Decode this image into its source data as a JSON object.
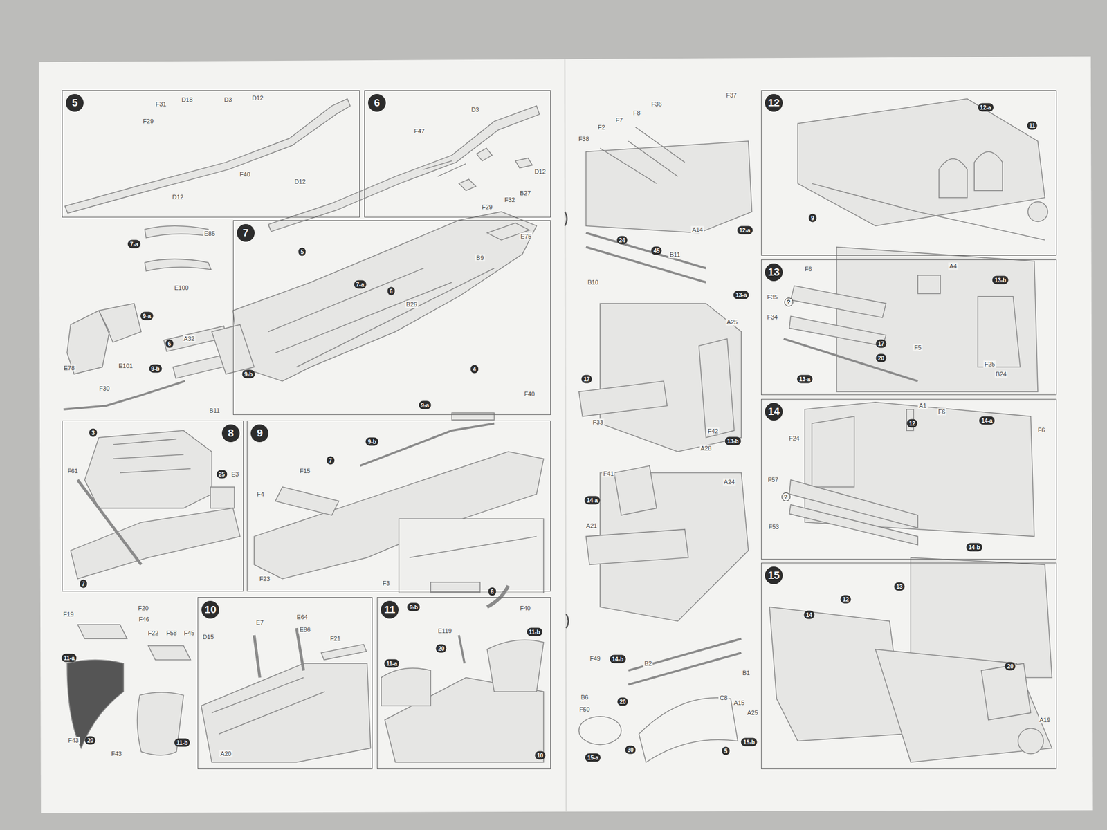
{
  "diagram": {
    "nodes": [
      {
        "text": [
          "5"
        ]
      },
      {
        "text": [
          "6"
        ]
      },
      {
        "text": [
          "7"
        ]
      },
      {
        "text": [
          "8"
        ]
      },
      {
        "text": [
          "9"
        ]
      },
      {
        "text": [
          "10"
        ]
      },
      {
        "text": [
          "11"
        ]
      },
      {
        "text": [
          "12"
        ]
      },
      {
        "text": [
          "13"
        ]
      },
      {
        "text": [
          "14"
        ]
      },
      {
        "text": [
          "15"
        ]
      }
    ],
    "labels": [
      "F31",
      "D18",
      "D3",
      "D12",
      "F29",
      "F40",
      "D12",
      "D12",
      "D3",
      "F47",
      "D12",
      "B27",
      "F29",
      "F32",
      "7-a",
      "E85",
      "E100",
      "9-a",
      "E78",
      "E101",
      "9-b",
      "6",
      "A32",
      "B11",
      "F30",
      "5",
      "7-a",
      "6",
      "B26",
      "B9",
      "E75",
      "4",
      "9-b",
      "3",
      "F61",
      "25",
      "E3",
      "7",
      "9-a",
      "F40",
      "9-b",
      "7",
      "F15",
      "F4",
      "F23",
      "F3",
      "9-b",
      "6",
      "F40",
      "F19",
      "F20",
      "F46",
      "11-a",
      "F22",
      "F58",
      "F45",
      "F43",
      "20",
      "F43",
      "11-b",
      "D15",
      "E7",
      "E64",
      "E86",
      "F21",
      "A20",
      "11-a",
      "11-b",
      "E119",
      "20",
      "10",
      "F37",
      "F36",
      "F8",
      "F7",
      "F2",
      "F38",
      "A14",
      "12-a",
      "24",
      "45",
      "B11",
      "B10",
      "13-a",
      "A25",
      "17",
      "F33",
      "F42",
      "A28",
      "13-b",
      "F41",
      "A24",
      "14-a",
      "A21",
      "F49",
      "B2",
      "B1",
      "14-b",
      "B6",
      "F50",
      "20",
      "C8",
      "A15",
      "A25",
      "15-a",
      "30",
      "5",
      "15-b",
      "12-a",
      "11",
      "9",
      "F6",
      "A4",
      "13-b",
      "F35",
      "?",
      "F34",
      "17",
      "F5",
      "20",
      "13-a",
      "F25",
      "B24",
      "F24",
      "A1",
      "F6",
      "12",
      "14-a",
      "F6",
      "?",
      "F57",
      "F53",
      "14-b",
      "14",
      "12",
      "13",
      "20",
      "A19"
    ]
  }
}
